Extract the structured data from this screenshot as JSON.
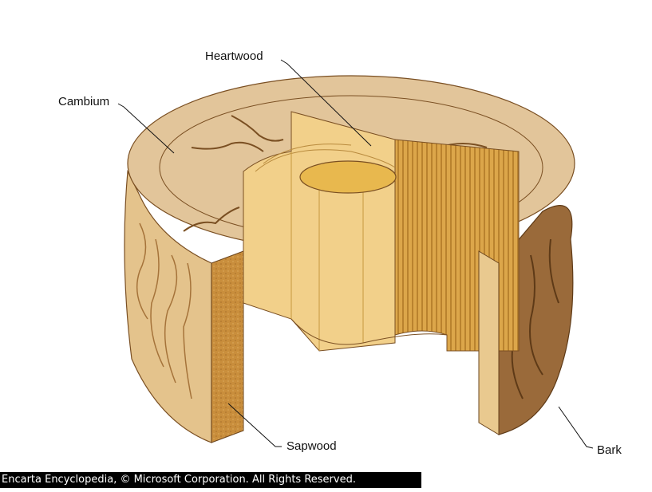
{
  "labels": {
    "heartwood": "Heartwood",
    "cambium": "Cambium",
    "sapwood": "Sapwood",
    "bark": "Bark"
  },
  "credit": "Encarta Encyclopedia, © Microsoft Corporation. All Rights Reserved.",
  "colors": {
    "bark_light": "#e4c38c",
    "bark_dark": "#8a5a2c",
    "top_surface": "#e2c59a",
    "sapwood": "#d9a54c",
    "heartwood_core": "#e8b84e",
    "inner_cut": "#f2d08a"
  }
}
